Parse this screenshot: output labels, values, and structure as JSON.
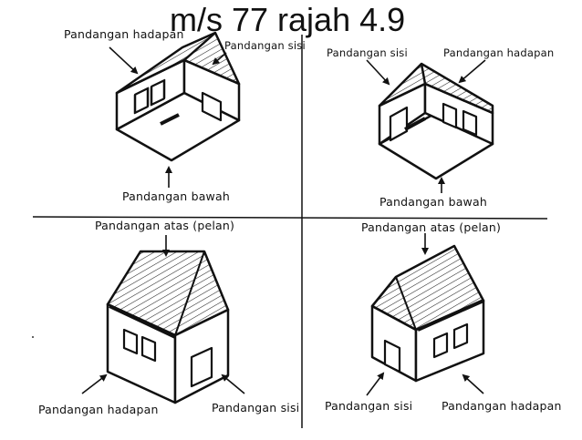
{
  "title": "m/s 77 rajah 4.9",
  "labels": {
    "tl_front": "Pandangan hadapan",
    "tl_side": "Pandangan sisi",
    "tl_bottom": "Pandangan bawah",
    "tr_side": "Pandangan sisi",
    "tr_front": "Pandangan hadapan",
    "tr_bottom": "Pandangan bawah",
    "bl_top": "Pandangan atas (pelan)",
    "bl_front": "Pandangan hadapan",
    "bl_side": "Pandangan sisi",
    "br_top": "Pandangan atas (pelan)",
    "br_side": "Pandangan sisi",
    "br_front": "Pandangan hadapan"
  },
  "icons": [
    "house-icon",
    "arrow-icon"
  ]
}
